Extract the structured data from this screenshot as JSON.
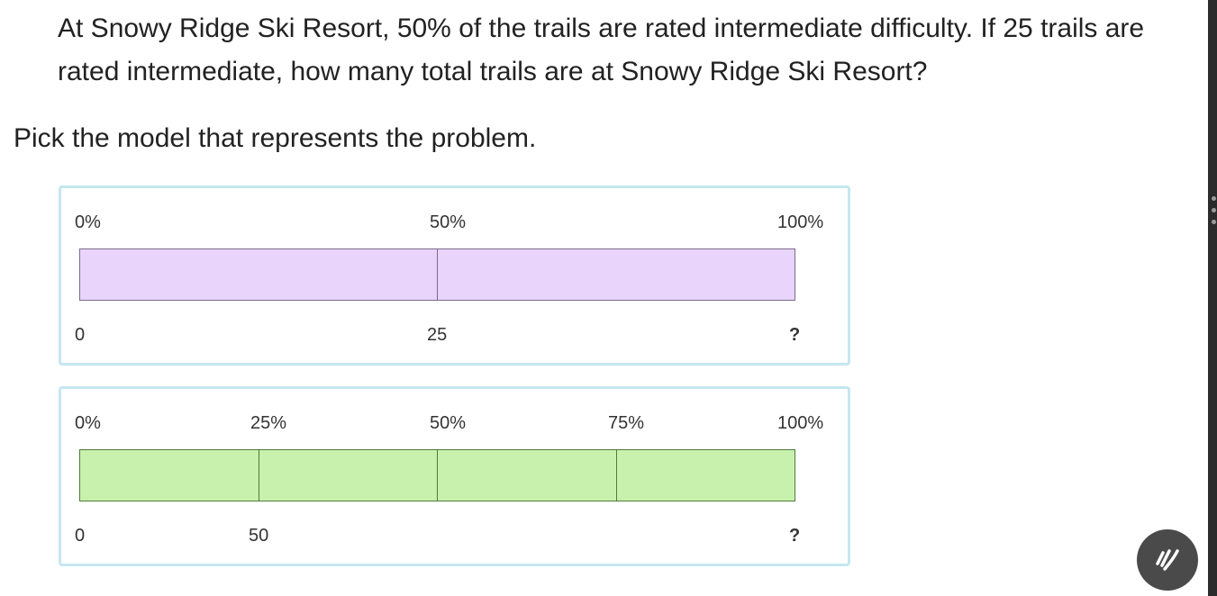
{
  "question": {
    "text": "At Snowy Ridge Ski Resort, 50% of the trails are rated intermediate difficulty. If 25 trails are rated intermediate, how many total trails are at Snowy Ridge Ski Resort?"
  },
  "prompt": {
    "text": "Pick the model that represents the problem."
  },
  "choices": [
    {
      "percent_labels": [
        "0%",
        "50%",
        "100%"
      ],
      "value_labels": [
        "0",
        "25",
        "?"
      ],
      "segments": 2,
      "fill_color": "#e9d5fb",
      "border_color": "#7b6a8a"
    },
    {
      "percent_labels": [
        "0%",
        "25%",
        "50%",
        "75%",
        "100%"
      ],
      "value_labels": [
        "0",
        "50",
        "?"
      ],
      "segments": 4,
      "fill_color": "#c7f1ad",
      "border_color": "#4f7a3a"
    }
  ],
  "colors": {
    "choice_border": "#c4e7ef",
    "scrollbar": "#2b2b2b",
    "logo_bg": "#4a4a4a"
  },
  "icons": {
    "logo": "brand-logo-icon",
    "menu": "more-vertical-icon"
  }
}
